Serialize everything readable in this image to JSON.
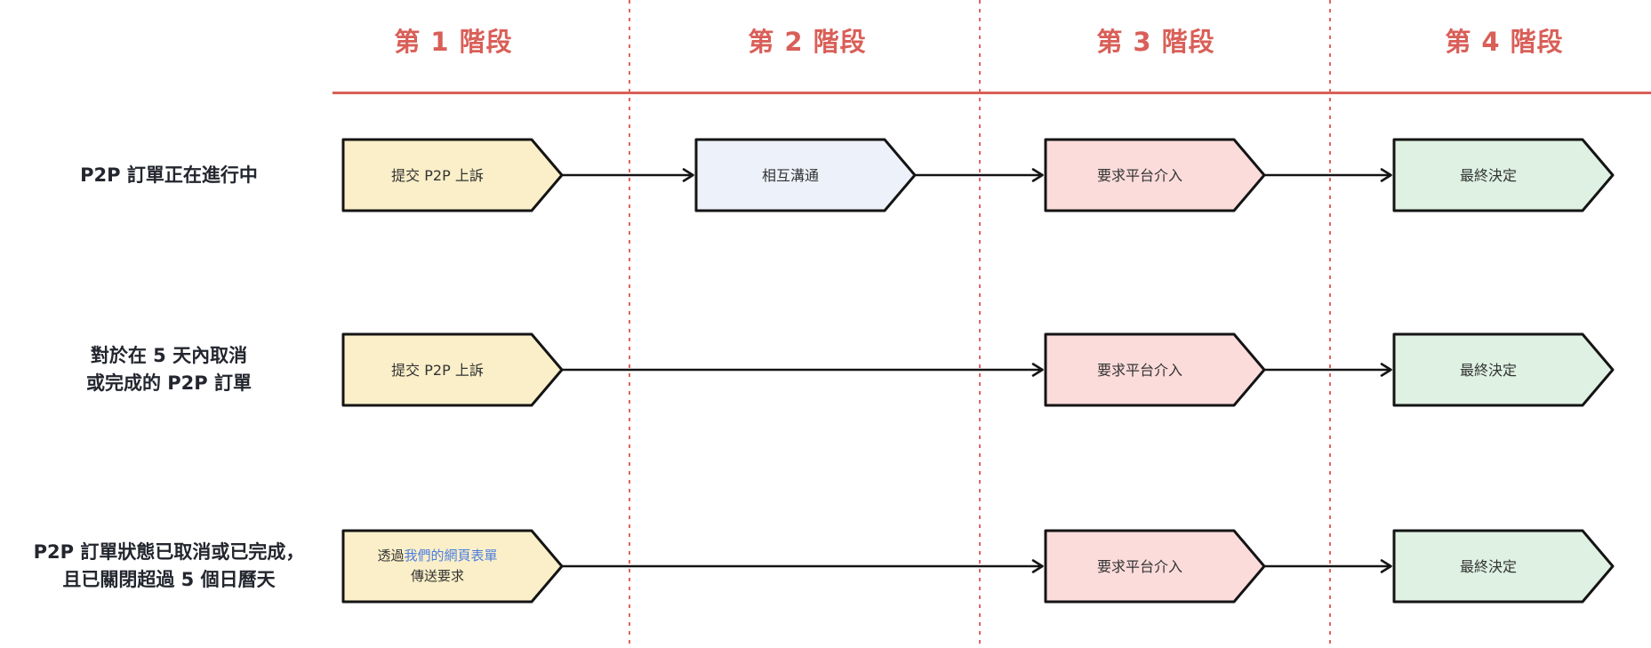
{
  "diagram": {
    "title_hint": "P2P appeal process flow",
    "stage_headers": [
      {
        "label": "第 1 階段"
      },
      {
        "label": "第 2 階段"
      },
      {
        "label": "第 3 階段"
      },
      {
        "label": "第 4 階段"
      }
    ],
    "rows": [
      {
        "label_line1": "P2P 訂單正在進行中",
        "boxes": [
          {
            "label": "提交 P2P 上訴",
            "tone": "yellow"
          },
          {
            "label": "相互溝通",
            "tone": "blue"
          },
          {
            "label": "要求平台介入",
            "tone": "pink"
          },
          {
            "label": "最終決定",
            "tone": "green"
          }
        ]
      },
      {
        "label_line1": "對於在 5 天內取消",
        "label_line2": "或完成的 P2P 訂單",
        "boxes": [
          {
            "label": "提交 P2P 上訴",
            "tone": "yellow"
          },
          {
            "label": "要求平台介入",
            "tone": "pink"
          },
          {
            "label": "最終決定",
            "tone": "green"
          }
        ]
      },
      {
        "label_line1": "P2P 訂單狀態已取消或已完成，",
        "label_line2": "且已關閉超過 5 個日曆天",
        "boxes": [
          {
            "text_before_link": "透過",
            "link_text": "我們的網頁表單",
            "line2": "傳送要求",
            "tone": "yellow"
          },
          {
            "label": "要求平台介入",
            "tone": "pink"
          },
          {
            "label": "最終決定",
            "tone": "green"
          }
        ]
      }
    ],
    "colors": {
      "accent_coral": "#d95f58",
      "divider_dotted": "#e0645e",
      "shape_border": "#141414",
      "arrow": "#141414",
      "row_label_text": "#23262e",
      "box_text": "#333333",
      "link_blue": "#4c7ee0",
      "fill_yellow": "#faefc8",
      "fill_blue": "#edf1f9",
      "fill_pink": "#fbdcdb",
      "fill_green": "#def1e2",
      "background": "#ffffff"
    }
  }
}
